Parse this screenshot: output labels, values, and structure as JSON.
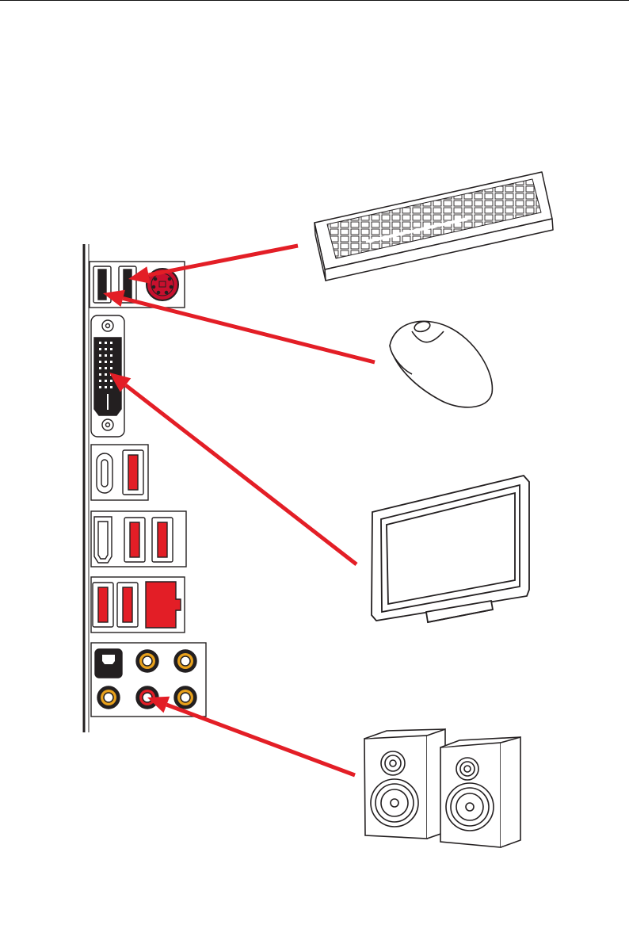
{
  "diagram": {
    "description_visible_text": "",
    "colors": {
      "arrow": "#e31e26",
      "port_red": "#e31e26",
      "ps2_red": "#c8102e",
      "line": "#231f20",
      "audio_ring": "#e8a11c"
    },
    "connections": [
      {
        "device": "keyboard-icon",
        "port": "ps2-usb-port"
      },
      {
        "device": "mouse-icon",
        "port": "usb-port"
      },
      {
        "device": "monitor-icon",
        "port": "dvi-port"
      },
      {
        "device": "speakers-icon",
        "port": "line-out-audio-jack"
      }
    ]
  }
}
